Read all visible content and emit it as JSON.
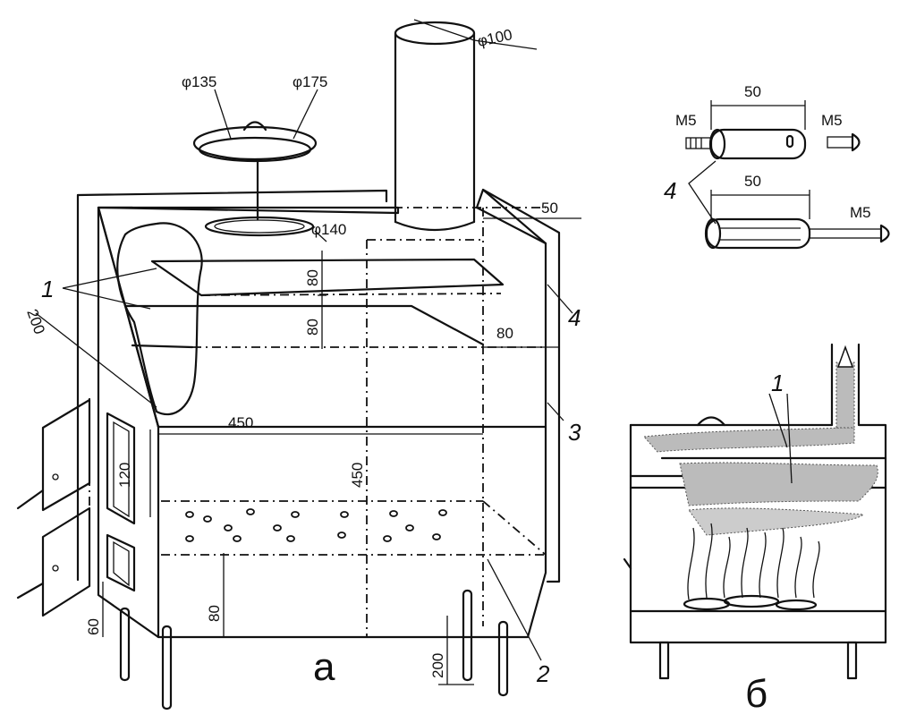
{
  "diagram": {
    "dims": {
      "d100": "φ100",
      "d135": "φ135",
      "d175": "φ175",
      "d140": "φ140",
      "w50": "50",
      "h80a": "80",
      "h80b": "80",
      "h80c": "80",
      "d80": "80",
      "w450": "450",
      "h450": "450",
      "h200a": "200",
      "h200b": "200",
      "h120": "120",
      "h60": "60",
      "b50a": "50",
      "b50b": "50",
      "m5a": "M5",
      "m5b": "M5",
      "m5c": "M5"
    },
    "callouts": {
      "c1": "1",
      "c2": "2",
      "c3": "3",
      "c4a": "4",
      "c4b": "4",
      "c1b": "1"
    },
    "views": {
      "a": "а",
      "b": "б"
    }
  }
}
